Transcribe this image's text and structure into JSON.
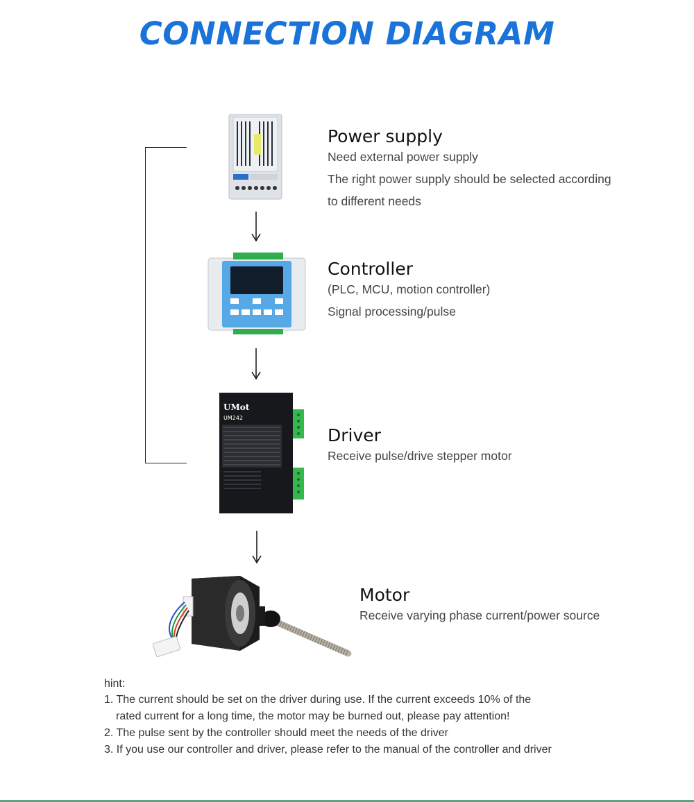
{
  "title": "CONNECTION DIAGRAM",
  "colors": {
    "title": "#1a73d9",
    "footer": "#5aa48a"
  },
  "items": {
    "power": {
      "title": "Power supply",
      "lines": [
        "Need external power supply",
        "The right power supply should be selected according",
        "to different needs"
      ]
    },
    "controller": {
      "title": "Controller",
      "lines": [
        "(PLC, MCU, motion controller)",
        "Signal processing/pulse"
      ]
    },
    "driver": {
      "title": "Driver",
      "lines": [
        "Receive pulse/drive stepper motor"
      ],
      "brand": "UMot",
      "model": "UM242"
    },
    "motor": {
      "title": "Motor",
      "lines": [
        "Receive varying phase current/power source"
      ]
    }
  },
  "hint": {
    "label": "hint:",
    "items": [
      "1. The current should be set on the driver during use. If the current exceeds 10% of the",
      "rated current for a long time, the motor may be burned out, please pay attention!",
      "2. The pulse sent by the controller should meet the needs of the driver",
      "3. If you use our controller and driver, please refer to the manual of the controller and driver"
    ]
  },
  "icons": [
    "power-supply-image",
    "controller-image",
    "driver-image",
    "stepper-motor-image",
    "down-arrow-icon"
  ]
}
